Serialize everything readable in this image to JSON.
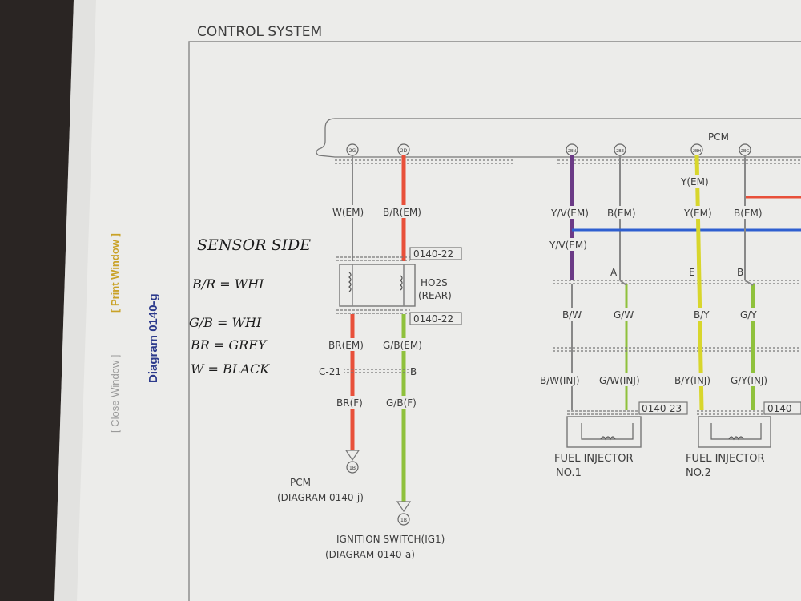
{
  "page": {
    "title": "CONTROL SYSTEM",
    "diagram_id": "Diagram 0140-g",
    "close_window": "[ Close Window ]",
    "print_window": "[ Print Window ]"
  },
  "colors": {
    "paper": "#ececea",
    "red": "#e8503a",
    "green": "#8fc13c",
    "yellow": "#d8d62c",
    "purple": "#6b3a86",
    "blue": "#2f5fd0",
    "print_link": "#c9a227",
    "diagram_id": "#2d3b8c"
  },
  "handwritten": {
    "heading": "SENSOR SIDE",
    "notes": [
      "B/R = WHI",
      "G/B = WHI",
      "BR = GREY",
      "W = BLACK"
    ]
  },
  "pcm": {
    "label": "PCM",
    "pins": [
      "2G",
      "2D",
      "2BN",
      "2BE",
      "2BH",
      "2BG"
    ]
  },
  "ho2s": {
    "name": "HO2S",
    "location": "(REAR)",
    "ref_top": "0140-22",
    "ref_bottom": "0140-22",
    "wire_w_em": "W(EM)",
    "wire_br_em": "B/R(EM)",
    "wire_br_em2": "BR(EM)",
    "wire_gb_em": "G/B(EM)",
    "connector": "C-21",
    "connector_pin": "B",
    "wire_br_f": "BR(F)",
    "wire_gb_f": "G/B(F)",
    "pin_bottom_left": "1B",
    "pin_bottom_right": "1B",
    "dest_pcm": "PCM",
    "dest_pcm_ref": "(DIAGRAM 0140-j)",
    "dest_ign": "IGNITION SWITCH(IG1)",
    "dest_ign_ref": "(DIAGRAM 0140-a)"
  },
  "injectors": [
    {
      "wire_top_a": "Y/V(EM)",
      "wire_top_b": "B(EM)",
      "wire_mid": "Y/V(EM)",
      "pin_a": "A",
      "wire_lower_a": "B/W",
      "wire_lower_b": "G/W",
      "wire_inj_a": "B/W(INJ)",
      "wire_inj_b": "G/W(INJ)",
      "ref": "0140-23",
      "name": "FUEL INJECTOR",
      "num": "NO.1"
    },
    {
      "wire_top_a": "Y(EM)",
      "wire_top_b": "B(EM)",
      "wire_up": "Y(EM)",
      "pin_a": "E",
      "pin_b": "B",
      "wire_lower_a": "B/Y",
      "wire_lower_b": "G/Y",
      "wire_inj_a": "B/Y(INJ)",
      "wire_inj_b": "G/Y(INJ)",
      "ref": "0140-",
      "name": "FUEL INJECTOR",
      "num": "NO.2"
    }
  ]
}
